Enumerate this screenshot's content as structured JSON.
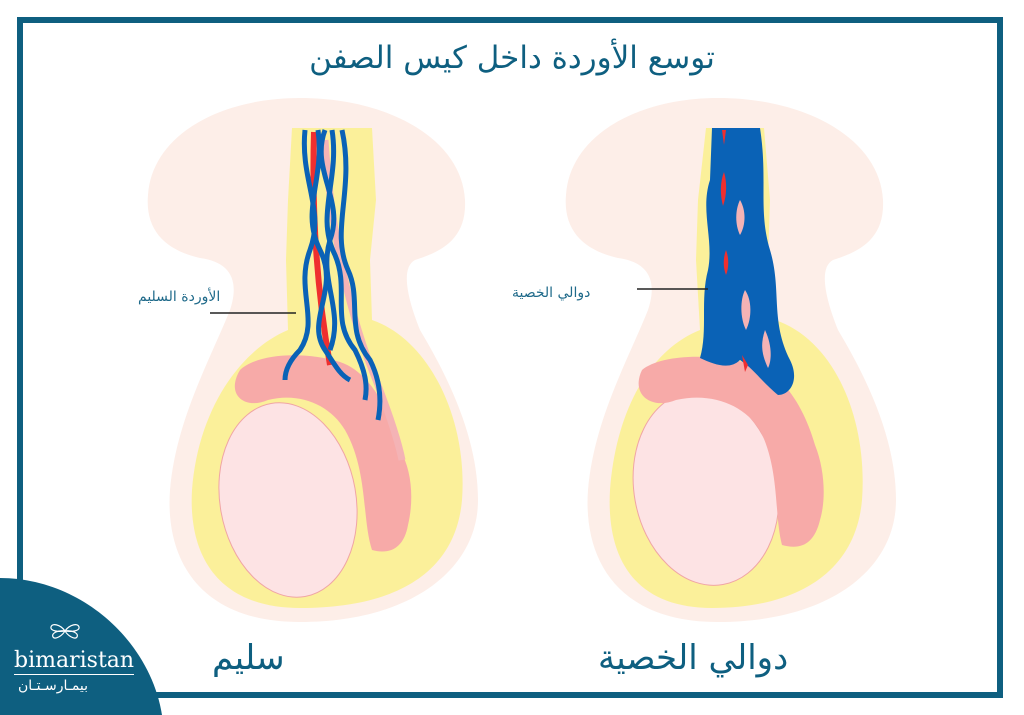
{
  "title": "توسع الأوردة داخل كيس الصفن",
  "left_panel": {
    "callout": "الأوردة السليم",
    "caption": "سليم"
  },
  "right_panel": {
    "callout": "دوالي الخصية",
    "caption": "دوالي الخصية"
  },
  "logo": {
    "icon": "butterfly-icon",
    "name_latin": "bimaristan",
    "name_arabic": "بيمـارسـتـان"
  },
  "colors": {
    "frame": "#0e5f80",
    "scrotum_outer": "#fdeee8",
    "tunica_yellow": "#fbf09a",
    "testis": "#fde3e4",
    "epididymis": "#f7aaa8",
    "vein_blue": "#0a62b6",
    "artery_red": "#ef2f2f",
    "vas_pink": "#f4b3b5"
  }
}
